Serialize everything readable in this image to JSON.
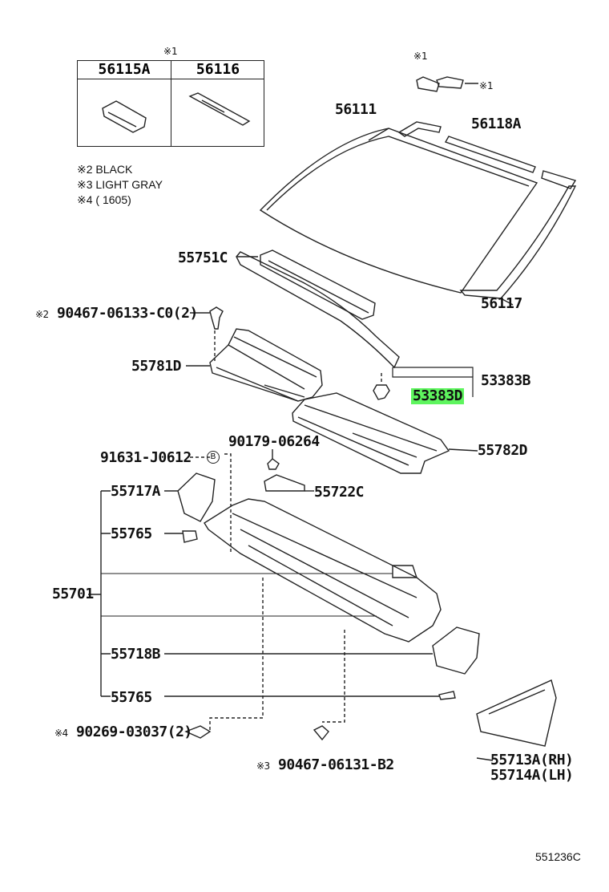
{
  "table": {
    "header_mark": "※1",
    "cols": [
      "56115A",
      "56116"
    ]
  },
  "notes": [
    "※2 BLACK",
    "※3 LIGHT GRAY",
    "※4 (        1605)"
  ],
  "labels": {
    "clip_mark_a": "※1",
    "clip_mark_b": "※1",
    "windshield": "56111",
    "dam_upper": "56118A",
    "dam_lower": "56117",
    "weatherstrip": "55751C",
    "clip_2_mark": "※2",
    "clip_2": "90467-06133-C0(2)",
    "louver_lh": "55781D",
    "seal_group": "53383B",
    "seal_clip": "53383D",
    "louver_rh": "55782D",
    "nut": "90179-06264",
    "bolt": "91631-J0612",
    "bolt_ref": "B",
    "bracket_a": "55717A",
    "bracket_c": "55722C",
    "pad_upper": "55765",
    "panel": "55701",
    "bracket_b": "55718B",
    "pad_lower": "55765",
    "screw_mark": "※4",
    "screw": "90269-03037(2)",
    "clip_3_mark": "※3",
    "clip_3": "90467-06131-B2",
    "extension_rh": "55713A(RH)",
    "extension_lh": "55714A(LH)",
    "diagram_id": "551236C"
  },
  "highlight_color": "#5ef55e"
}
